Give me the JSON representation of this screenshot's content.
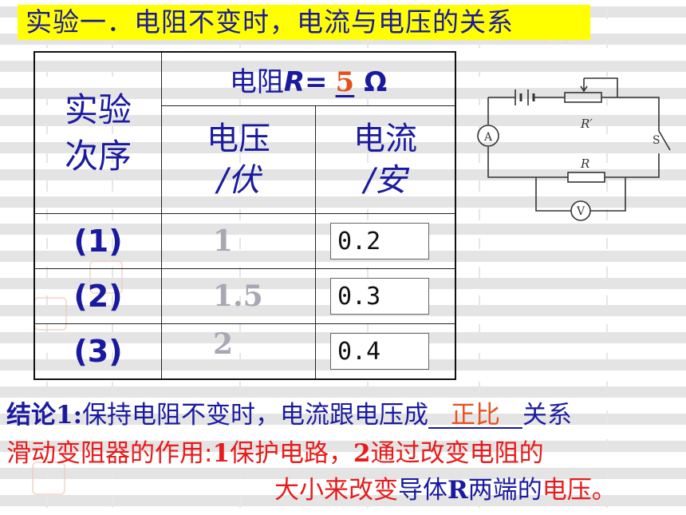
{
  "title": "实验一．电阻不变时，电流与电压的关系",
  "table": {
    "seq_header": [
      "实验",
      "次序"
    ],
    "resistance_header": {
      "prefix": "电阻",
      "symbol": "R",
      "equals": "=",
      "value": "5",
      "unit": "Ω"
    },
    "voltage_header": [
      "电压",
      "/伏"
    ],
    "current_header": [
      "电流",
      "/安"
    ],
    "rows": [
      {
        "seq": "(1)",
        "voltage": "1",
        "current": "0.2"
      },
      {
        "seq": "(2)",
        "voltage": "1.5",
        "current": "0.3"
      },
      {
        "seq": "(3)",
        "voltage": "2",
        "current": "0.4"
      }
    ]
  },
  "circuit": {
    "label_rprime": "R′",
    "label_r": "R",
    "label_a": "A",
    "label_v": "V",
    "label_s": "S"
  },
  "conclusion": {
    "label": "结论1:",
    "text_before": "保持电阻不变时，电流跟电压成",
    "answer": "正比",
    "text_after": "关系"
  },
  "rheostat": {
    "label": "滑动变阻器的作用:",
    "p1_num": "1",
    "p1_text": "保护电路，",
    "p2_num": "2",
    "p2_text": "通过改变电阻的",
    "line3_a": "大小来改变",
    "line3_b": "导体",
    "line3_c": "R",
    "line3_d": "两端的",
    "line3_e": "电压。"
  }
}
